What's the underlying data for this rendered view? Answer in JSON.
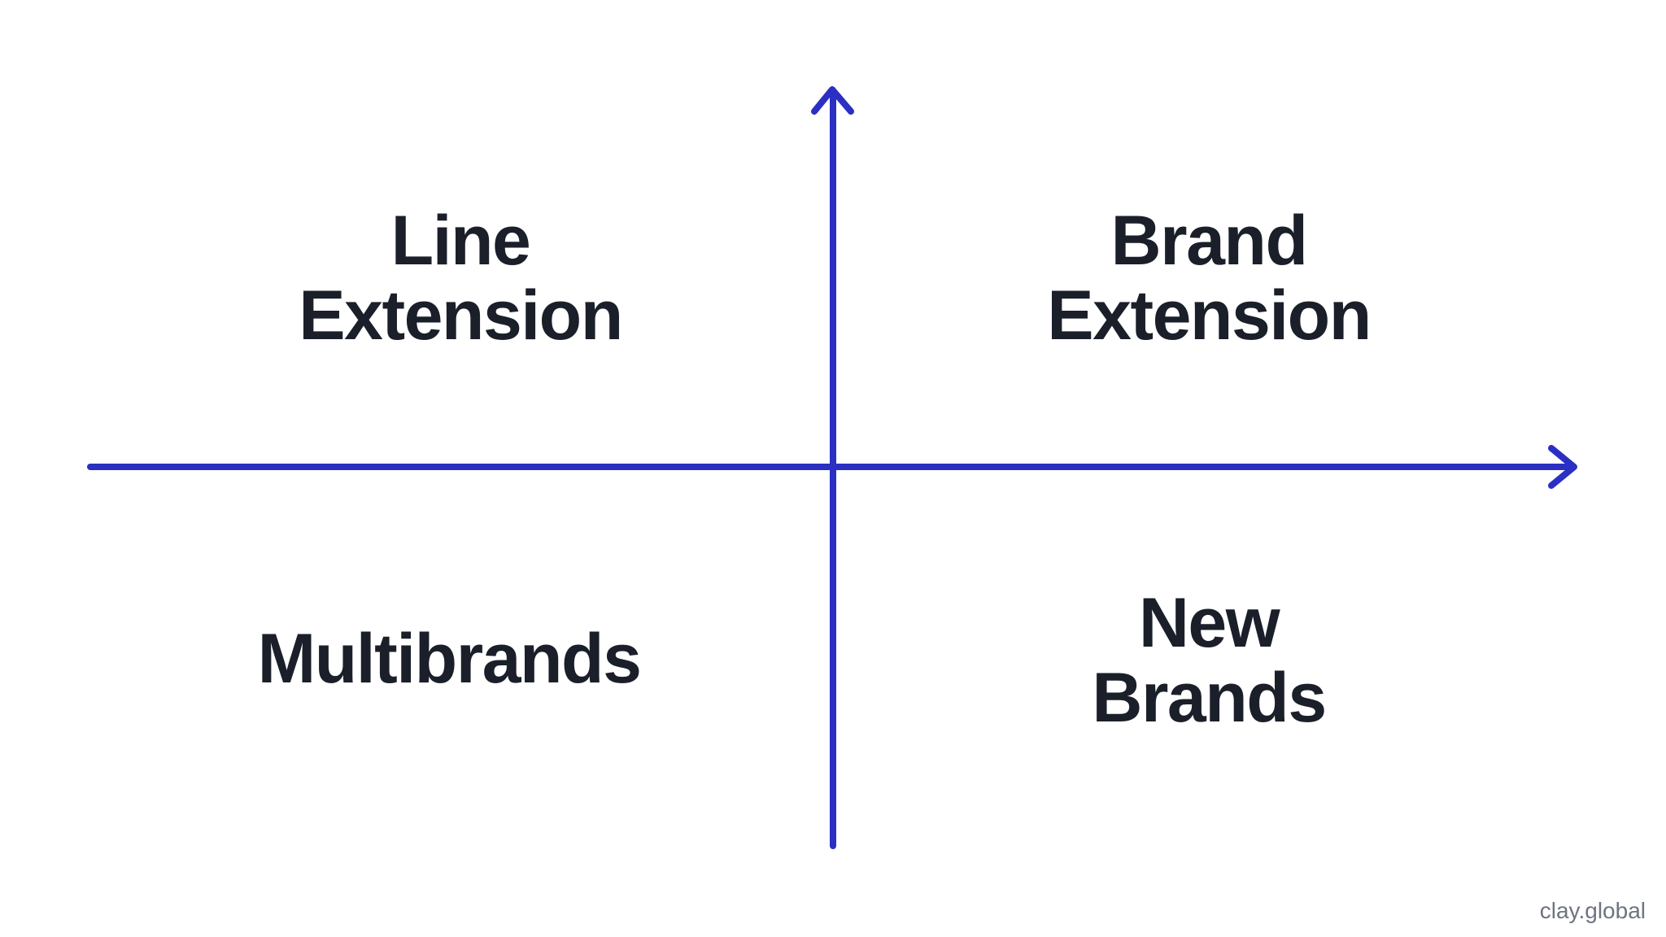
{
  "colors": {
    "axis": "#2B2FC2",
    "label": "#1A1F29",
    "watermark": "#6E7480",
    "background": "#FFFFFF"
  },
  "quadrants": {
    "top_left": {
      "label": "Line\nExtension"
    },
    "top_right": {
      "label": "Brand\nExtension"
    },
    "bottom_left": {
      "label": "Multibrands"
    },
    "bottom_right": {
      "label": "New\nBrands"
    }
  },
  "watermark": {
    "text": "clay.global"
  }
}
